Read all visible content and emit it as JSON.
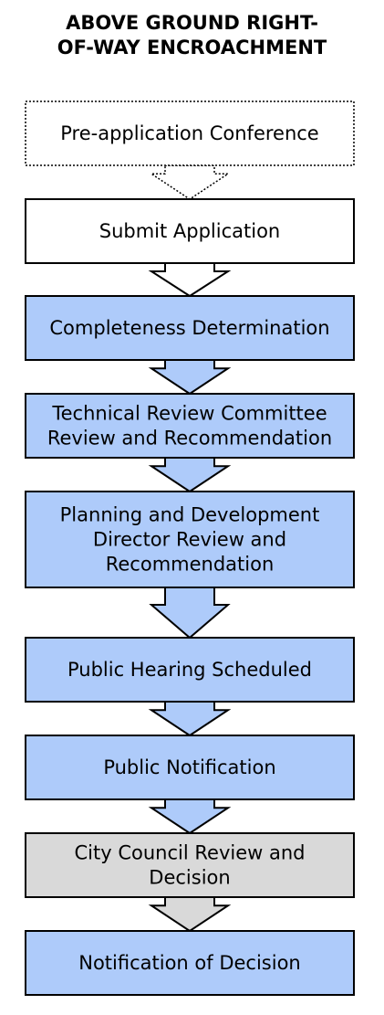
{
  "title": {
    "line1": "ABOVE GROUND RIGHT-",
    "line2": "OF-WAY ENCROACHMENT"
  },
  "colors": {
    "step_blue": "#aecbfa",
    "step_white": "#ffffff",
    "step_gray": "#d9d9d9",
    "border": "#000000"
  },
  "steps": [
    {
      "id": "pre-application-conference",
      "lines": [
        "Pre-application Conference"
      ],
      "style": "dotted"
    },
    {
      "id": "submit-application",
      "lines": [
        "Submit Application"
      ],
      "style": "white"
    },
    {
      "id": "completeness-determination",
      "lines": [
        "Completeness Determination"
      ],
      "style": "blue"
    },
    {
      "id": "technical-review-committee",
      "lines": [
        "Technical Review Committee",
        "Review and Recommendation"
      ],
      "style": "blue"
    },
    {
      "id": "planning-development-director",
      "lines": [
        "Planning and Development",
        "Director Review and",
        "Recommendation"
      ],
      "style": "blue"
    },
    {
      "id": "public-hearing-scheduled",
      "lines": [
        "Public Hearing Scheduled"
      ],
      "style": "blue"
    },
    {
      "id": "public-notification",
      "lines": [
        "Public Notification"
      ],
      "style": "blue"
    },
    {
      "id": "city-council-review",
      "lines": [
        "City Council Review and",
        "Decision"
      ],
      "style": "gray"
    },
    {
      "id": "notification-of-decision",
      "lines": [
        "Notification of Decision"
      ],
      "style": "blue"
    }
  ],
  "arrows": [
    {
      "from": "pre-application-conference",
      "to": "submit-application",
      "style": "dotted"
    },
    {
      "from": "submit-application",
      "to": "completeness-determination",
      "style": "white"
    },
    {
      "from": "completeness-determination",
      "to": "technical-review-committee",
      "style": "blue"
    },
    {
      "from": "technical-review-committee",
      "to": "planning-development-director",
      "style": "blue"
    },
    {
      "from": "planning-development-director",
      "to": "public-hearing-scheduled",
      "style": "blue"
    },
    {
      "from": "public-hearing-scheduled",
      "to": "public-notification",
      "style": "blue"
    },
    {
      "from": "public-notification",
      "to": "city-council-review",
      "style": "blue"
    },
    {
      "from": "city-council-review",
      "to": "notification-of-decision",
      "style": "gray"
    }
  ]
}
